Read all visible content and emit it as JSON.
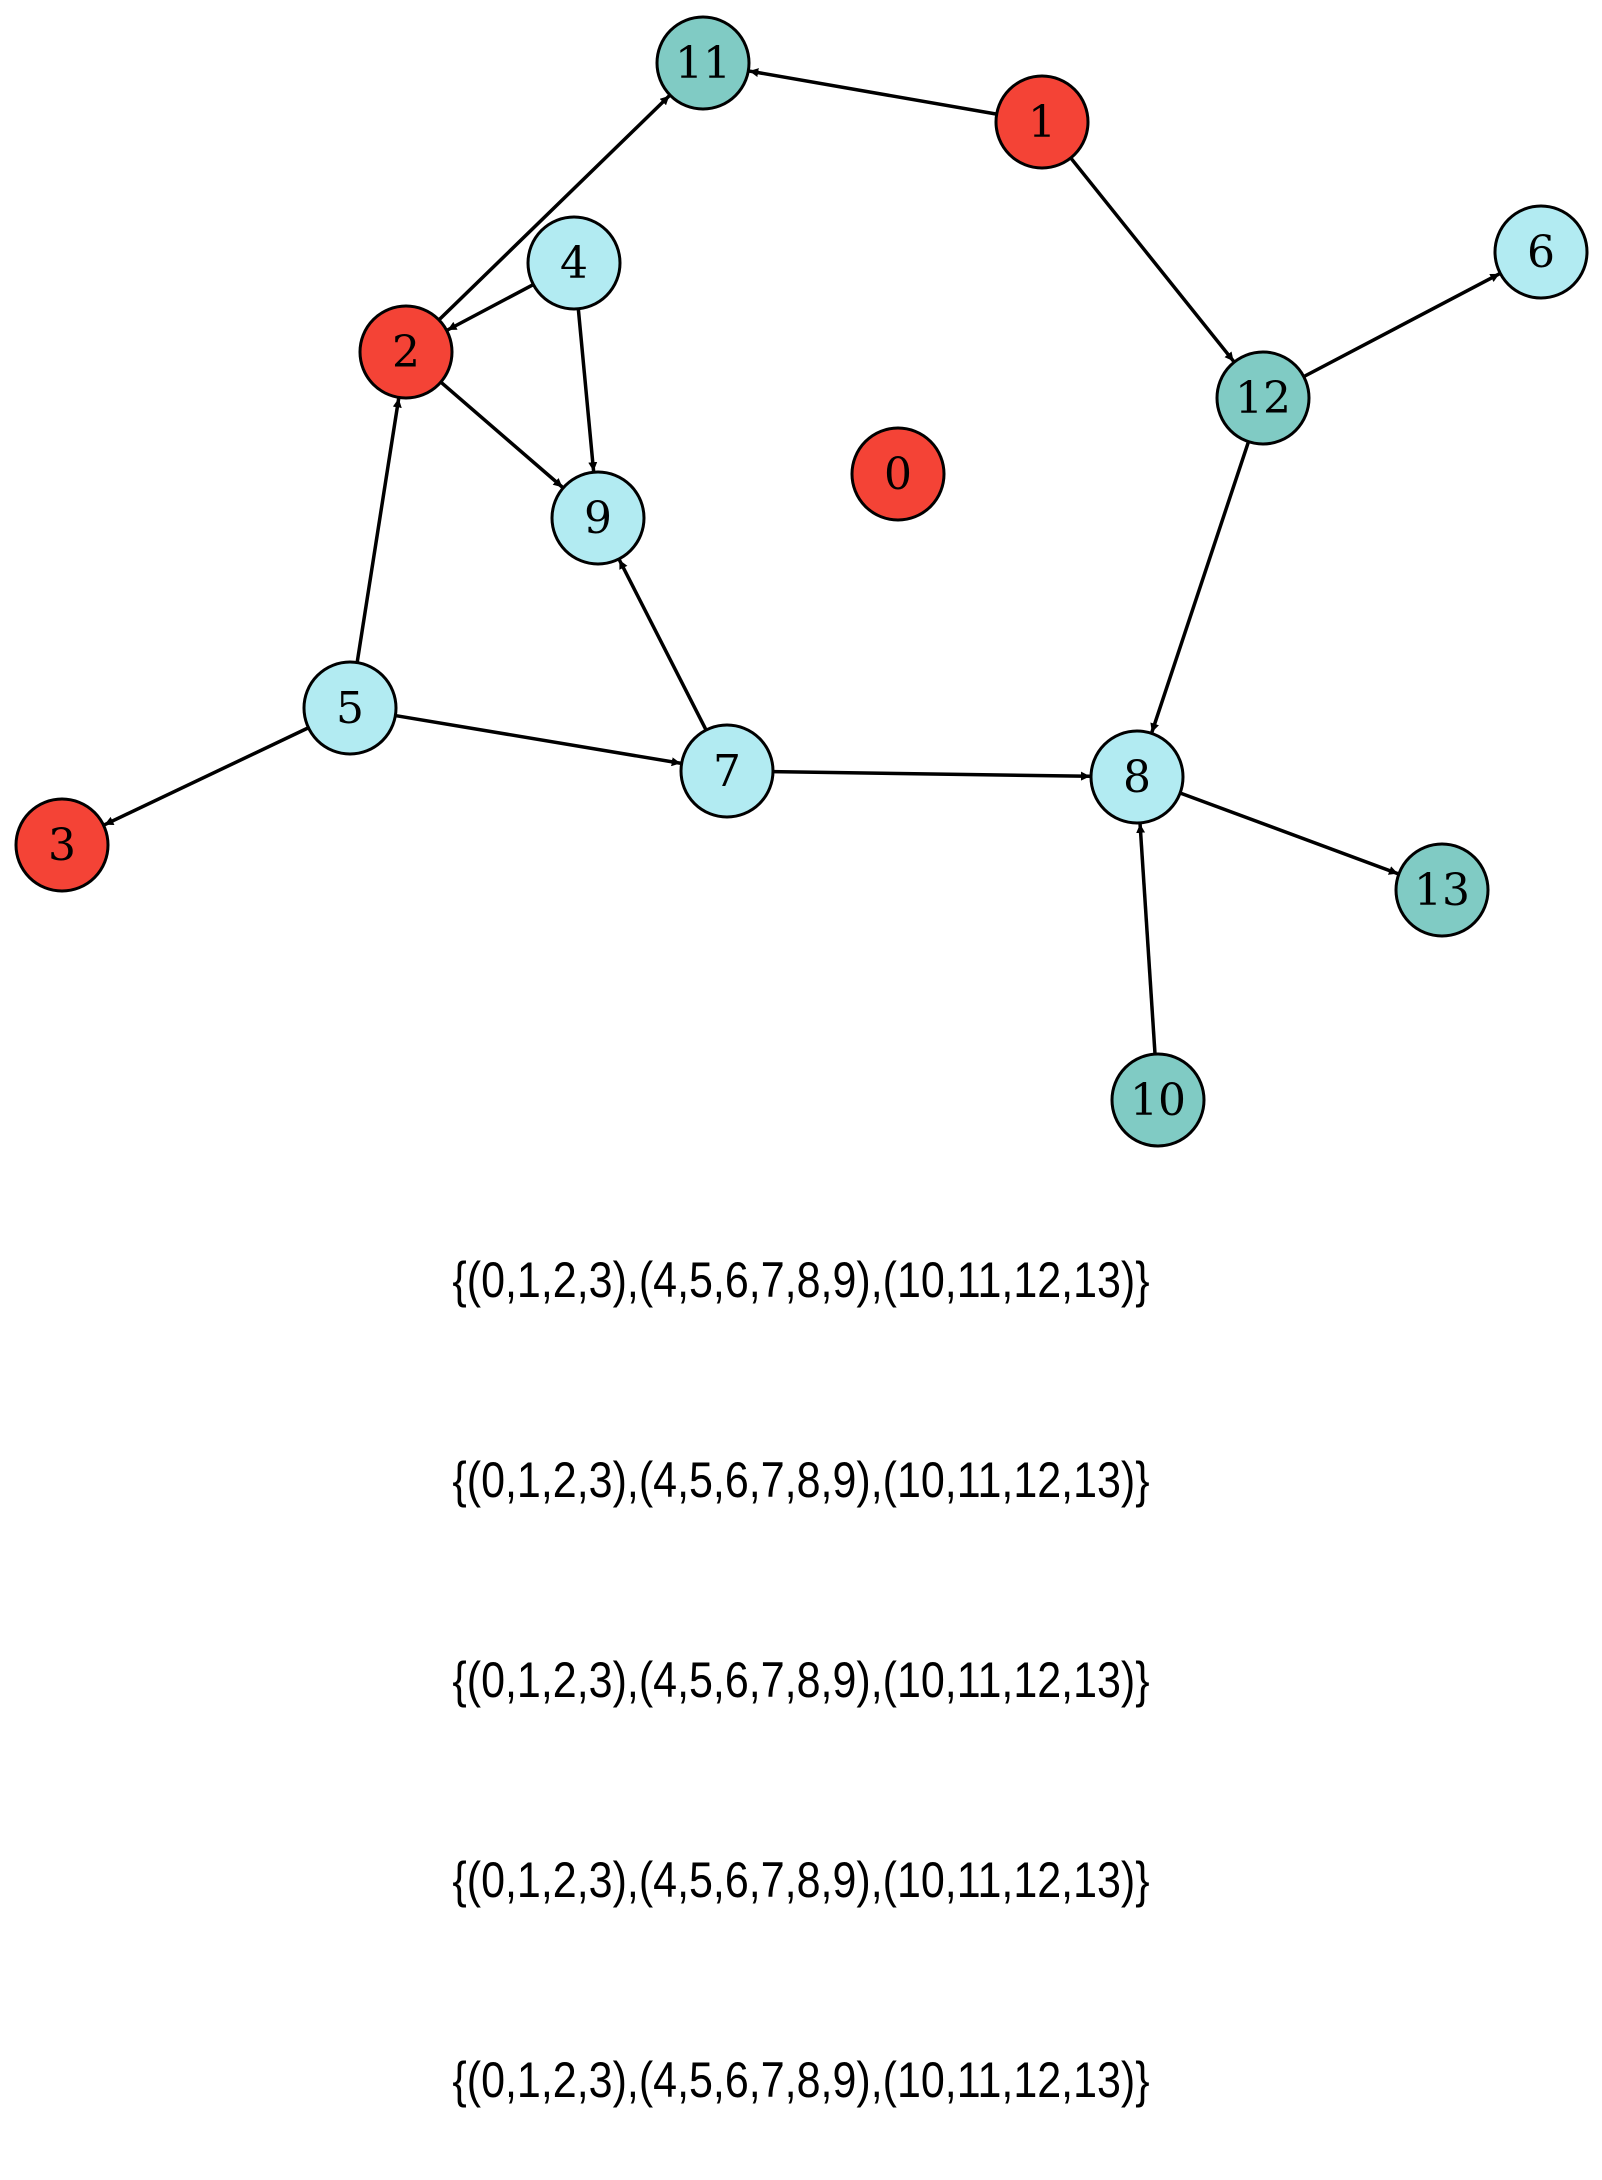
{
  "colors": {
    "red": "#F44336",
    "teal": "#80CBC4",
    "light": "#B2EBF2",
    "stroke": "#000000"
  },
  "nodes": [
    {
      "id": "0",
      "label": "0",
      "color": "red"
    },
    {
      "id": "1",
      "label": "1",
      "color": "red"
    },
    {
      "id": "2",
      "label": "2",
      "color": "red"
    },
    {
      "id": "3",
      "label": "3",
      "color": "red"
    },
    {
      "id": "4",
      "label": "4",
      "color": "light"
    },
    {
      "id": "5",
      "label": "5",
      "color": "light"
    },
    {
      "id": "6",
      "label": "6",
      "color": "light"
    },
    {
      "id": "7",
      "label": "7",
      "color": "light"
    },
    {
      "id": "8",
      "label": "8",
      "color": "light"
    },
    {
      "id": "9",
      "label": "9",
      "color": "light"
    },
    {
      "id": "10",
      "label": "10",
      "color": "teal"
    },
    {
      "id": "11",
      "label": "11",
      "color": "teal"
    },
    {
      "id": "12",
      "label": "12",
      "color": "teal"
    },
    {
      "id": "13",
      "label": "13",
      "color": "teal"
    }
  ],
  "edges": [
    {
      "from": "1",
      "to": "11"
    },
    {
      "from": "1",
      "to": "12"
    },
    {
      "from": "2",
      "to": "11"
    },
    {
      "from": "4",
      "to": "2"
    },
    {
      "from": "4",
      "to": "9"
    },
    {
      "from": "2",
      "to": "9"
    },
    {
      "from": "5",
      "to": "2"
    },
    {
      "from": "5",
      "to": "3"
    },
    {
      "from": "5",
      "to": "7"
    },
    {
      "from": "7",
      "to": "9"
    },
    {
      "from": "7",
      "to": "8"
    },
    {
      "from": "12",
      "to": "6"
    },
    {
      "from": "12",
      "to": "8"
    },
    {
      "from": "8",
      "to": "13"
    },
    {
      "from": "10",
      "to": "8"
    }
  ],
  "captions": [
    "{(0,1,2,3),(4,5,6,7,8,9),(10,11,12,13)}",
    "{(0,1,2,3),(4,5,6,7,8,9),(10,11,12,13)}",
    "{(0,1,2,3),(4,5,6,7,8,9),(10,11,12,13)}",
    "{(0,1,2,3),(4,5,6,7,8,9),(10,11,12,13)}",
    "{(0,1,2,3),(4,5,6,7,8,9),(10,11,12,13)}"
  ]
}
